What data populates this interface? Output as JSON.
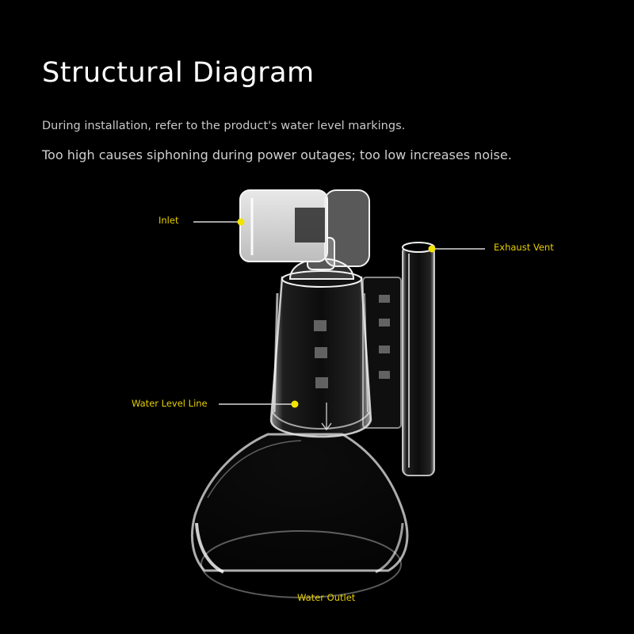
{
  "title": "Structural Diagram",
  "notes": [
    "During installation, refer to the product's water level markings.",
    "Too high causes siphoning during power outages; too low increases noise."
  ],
  "labels": {
    "inlet": "Inlet",
    "exhaust_vent": "Exhaust Vent",
    "water_level_line": "Water Level Line",
    "water_outlet": "Water Outlet"
  },
  "colors": {
    "background": "#000000",
    "label": "#e6cf00",
    "callout_dot": "#f3e400"
  }
}
